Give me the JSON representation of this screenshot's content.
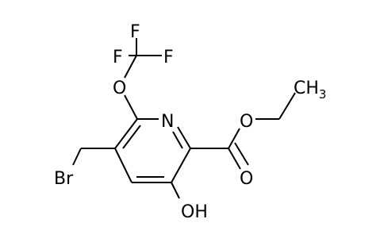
{
  "molecule": {
    "atoms": {
      "f_top": "F",
      "f_left": "F",
      "f_right": "F",
      "o_ether": "O",
      "n_ring": "N",
      "o_ester": "O",
      "o_carbonyl": "O",
      "br": "Br",
      "oh": "OH",
      "ch3_main": "CH",
      "ch3_sub": "3"
    }
  }
}
